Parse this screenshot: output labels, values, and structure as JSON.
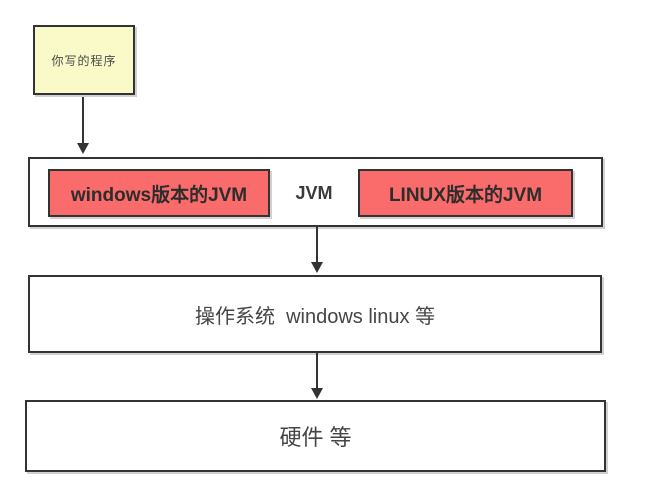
{
  "nodes": {
    "program": {
      "label": "你写的程序"
    },
    "jvm_layer": {
      "windows_jvm_label": "windows版本的JVM",
      "center_label": "JVM",
      "linux_jvm_label": "LINUX版本的JVM"
    },
    "os": {
      "label": "操作系统  windows linux 等"
    },
    "hardware": {
      "label": "硬件 等"
    }
  },
  "edges": [
    {
      "from": "program",
      "to": "jvm_layer",
      "type": "arrow-down"
    },
    {
      "from": "jvm_layer",
      "to": "os",
      "type": "arrow-down"
    },
    {
      "from": "os",
      "to": "hardware",
      "type": "arrow-down"
    }
  ],
  "colors": {
    "note_fill": "#FAFAC8",
    "jvm_highlight_fill": "#FA6B6B",
    "box_border": "#333333",
    "text": "#454545",
    "background": "#FFFFFF"
  }
}
